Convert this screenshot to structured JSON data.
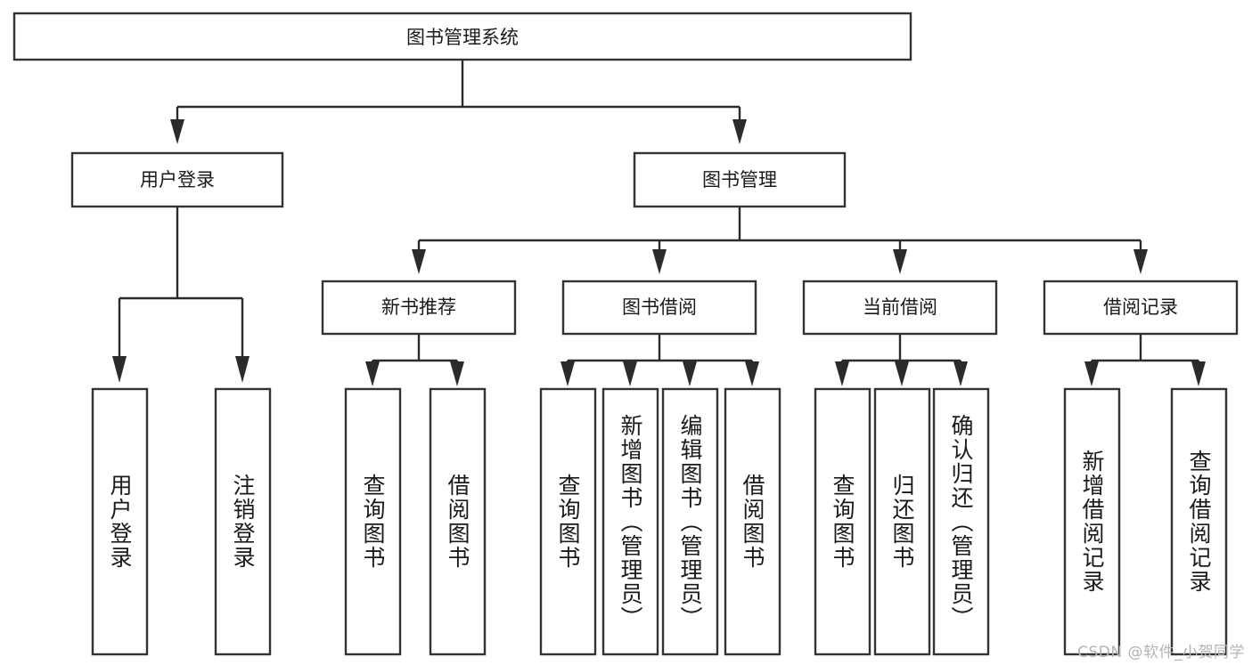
{
  "diagram": {
    "type": "tree-hierarchy-diagram",
    "title": "图书管理系统",
    "watermark": "CSDN @软件_小贺同学",
    "colors": {
      "box_stroke": "#333333",
      "box_fill": "#ffffff",
      "connector": "#2b2b2b",
      "text": "#1a1a1a",
      "watermark": "#b4b4b4",
      "background": "#ffffff"
    },
    "nodes": {
      "root": {
        "label": "图书管理系统",
        "orientation": "horizontal",
        "level": 0
      },
      "level2": [
        {
          "id": "user-login",
          "label": "用户登录",
          "orientation": "horizontal",
          "level": 1
        },
        {
          "id": "book-manage",
          "label": "图书管理",
          "orientation": "horizontal",
          "level": 1
        }
      ],
      "level3": [
        {
          "id": "new-book-recommend",
          "label": "新书推荐",
          "orientation": "horizontal",
          "level": 2
        },
        {
          "id": "book-borrow",
          "label": "图书借阅",
          "orientation": "horizontal",
          "level": 2
        },
        {
          "id": "current-borrow",
          "label": "当前借阅",
          "orientation": "horizontal",
          "level": 2
        },
        {
          "id": "borrow-record",
          "label": "借阅记录",
          "orientation": "horizontal",
          "level": 2
        }
      ],
      "leaves": {
        "user_login": [
          {
            "id": "leaf-user-login",
            "label": "用户登录",
            "orientation": "vertical"
          },
          {
            "id": "leaf-user-logout",
            "label": "注销登录",
            "orientation": "vertical"
          }
        ],
        "new_book_recommend": [
          {
            "id": "leaf-query-book-1",
            "label": "查询图书",
            "orientation": "vertical"
          },
          {
            "id": "leaf-borrow-book-1",
            "label": "借阅图书",
            "orientation": "vertical"
          }
        ],
        "book_borrow": [
          {
            "id": "leaf-query-book-2",
            "label": "查询图书",
            "orientation": "vertical"
          },
          {
            "id": "leaf-add-book",
            "label": "新增图书（管理员）",
            "orientation": "vertical"
          },
          {
            "id": "leaf-edit-book",
            "label": "编辑图书（管理员）",
            "orientation": "vertical"
          },
          {
            "id": "leaf-borrow-book-2",
            "label": "借阅图书",
            "orientation": "vertical"
          }
        ],
        "current_borrow": [
          {
            "id": "leaf-query-book-3",
            "label": "查询图书",
            "orientation": "vertical"
          },
          {
            "id": "leaf-return-book",
            "label": "归还图书",
            "orientation": "vertical"
          },
          {
            "id": "leaf-confirm-return",
            "label": "确认归还（管理员）",
            "orientation": "vertical"
          }
        ],
        "borrow_record": [
          {
            "id": "leaf-add-borrow-record",
            "label": "新增借阅记录",
            "orientation": "vertical"
          },
          {
            "id": "leaf-query-borrow-record",
            "label": "查询借阅记录",
            "orientation": "vertical"
          }
        ]
      }
    },
    "edges": [
      {
        "from": "图书管理系统",
        "to": "用户登录"
      },
      {
        "from": "图书管理系统",
        "to": "图书管理"
      },
      {
        "from": "用户登录",
        "to": "用户登录"
      },
      {
        "from": "用户登录",
        "to": "注销登录"
      },
      {
        "from": "图书管理",
        "to": "新书推荐"
      },
      {
        "from": "图书管理",
        "to": "图书借阅"
      },
      {
        "from": "图书管理",
        "to": "当前借阅"
      },
      {
        "from": "图书管理",
        "to": "借阅记录"
      },
      {
        "from": "新书推荐",
        "to": "查询图书"
      },
      {
        "from": "新书推荐",
        "to": "借阅图书"
      },
      {
        "from": "图书借阅",
        "to": "查询图书"
      },
      {
        "from": "图书借阅",
        "to": "新增图书（管理员）"
      },
      {
        "from": "图书借阅",
        "to": "编辑图书（管理员）"
      },
      {
        "from": "图书借阅",
        "to": "借阅图书"
      },
      {
        "from": "当前借阅",
        "to": "查询图书"
      },
      {
        "from": "当前借阅",
        "to": "归还图书"
      },
      {
        "from": "当前借阅",
        "to": "确认归还（管理员）"
      },
      {
        "from": "借阅记录",
        "to": "新增借阅记录"
      },
      {
        "from": "借阅记录",
        "to": "查询借阅记录"
      }
    ]
  }
}
